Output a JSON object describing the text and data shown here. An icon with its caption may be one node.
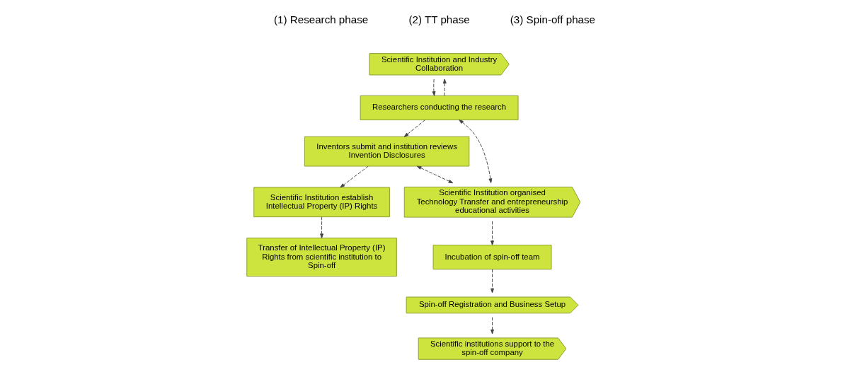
{
  "diagram": {
    "nodes": [
      {
        "text": [
          "Scientific Institution and Industry Collaboration"
        ]
      },
      {
        "text": [
          "Researchers conducting the research"
        ]
      },
      {
        "text": [
          "Inventors submit and institution reviews Invention Disclosures"
        ]
      },
      {
        "text": [
          "Scientific Institution establish Intellectual Property (IP) Rights"
        ]
      },
      {
        "text": [
          "Transfer of Intellectual Property (IP) Rights from scientific institution to Spin-off"
        ]
      },
      {
        "text": [
          "Scientific Institution organised Technology Transfer and entrepreneurship educational activities"
        ]
      },
      {
        "text": [
          "Incubation of spin-off team"
        ]
      },
      {
        "text": [
          "Scientific institutions support to the spin-off company"
        ]
      },
      {
        "text": [
          "Spin-off Registration and Business Setup"
        ]
      }
    ],
    "edges": [
      {
        "from": 1,
        "to": 0,
        "arrow": "to",
        "style": "dashed"
      },
      {
        "from": 0,
        "to": 1,
        "arrow": "to",
        "style": "dashed"
      },
      {
        "from": 1,
        "to": 2,
        "arrow": "to",
        "style": "dashed"
      },
      {
        "from": 1,
        "to": 5,
        "arrow": "both",
        "style": "dashed"
      },
      {
        "from": 2,
        "to": 5,
        "arrow": "both",
        "style": "dashed"
      },
      {
        "from": 2,
        "to": 3,
        "arrow": "to",
        "style": "dashed"
      },
      {
        "from": 3,
        "to": 4,
        "arrow": "to",
        "style": "dashed"
      },
      {
        "from": 5,
        "to": 6,
        "arrow": "to",
        "style": "dashed"
      },
      {
        "from": 6,
        "to": 8,
        "arrow": "to",
        "style": "dashed"
      },
      {
        "from": 8,
        "to": 7,
        "arrow": "to",
        "style": "dashed"
      }
    ],
    "labels": [
      "(1) Research phase",
      "(2) TT phase",
      "(3) Spin-off phase"
    ]
  }
}
